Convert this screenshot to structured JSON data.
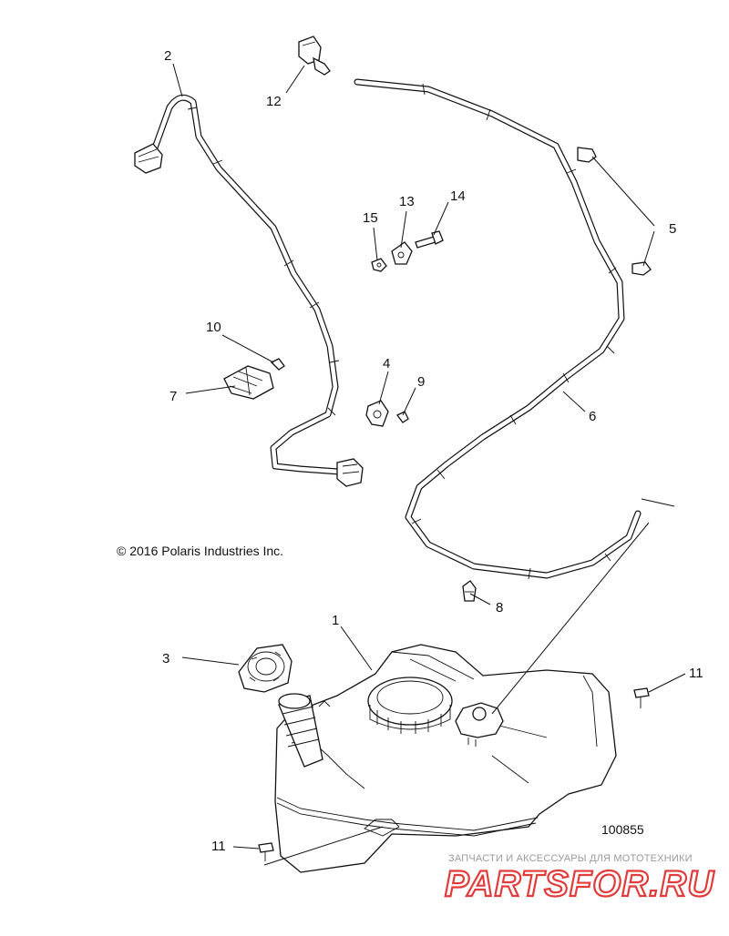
{
  "callouts": [
    {
      "id": "c1",
      "label": "1"
    },
    {
      "id": "c2",
      "label": "2"
    },
    {
      "id": "c3",
      "label": "3"
    },
    {
      "id": "c4",
      "label": "4"
    },
    {
      "id": "c5",
      "label": "5"
    },
    {
      "id": "c6",
      "label": "6"
    },
    {
      "id": "c7",
      "label": "7"
    },
    {
      "id": "c8",
      "label": "8"
    },
    {
      "id": "c9",
      "label": "9"
    },
    {
      "id": "c10",
      "label": "10"
    },
    {
      "id": "c11a",
      "label": "11"
    },
    {
      "id": "c11b",
      "label": "11"
    },
    {
      "id": "c12",
      "label": "12"
    },
    {
      "id": "c13",
      "label": "13"
    },
    {
      "id": "c14",
      "label": "14"
    },
    {
      "id": "c15",
      "label": "15"
    }
  ],
  "copyright": "© 2016 Polaris Industries Inc.",
  "diagram_number": "100855",
  "watermark": {
    "tagline": "ЗАПЧАСТИ И АКСЕССУАРЫ ДЛЯ МОТОТЕХНИКИ",
    "brand": "PARTSFOR.RU"
  }
}
